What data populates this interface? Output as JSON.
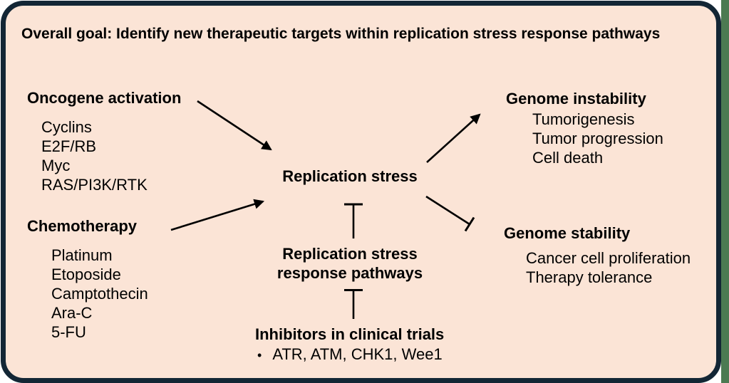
{
  "panel": {
    "title": "Overall goal: Identify new therapeutic targets within replication stress response pathways",
    "background_color": "#FBE4D6",
    "border_color": "#132635",
    "page_strip_color": "#4C7A52",
    "text_color": "#000000",
    "arrow_color": "#000000"
  },
  "nodes": {
    "oncogene_activation": {
      "label": "Oncogene activation",
      "items": [
        "Cyclins",
        "E2F/RB",
        "Myc",
        "RAS/PI3K/RTK"
      ]
    },
    "chemotherapy": {
      "label": "Chemotherapy",
      "items": [
        "Platinum",
        "Etoposide",
        "Camptothecin",
        "Ara-C",
        "5-FU"
      ]
    },
    "replication_stress": {
      "label": "Replication stress"
    },
    "response_pathways": {
      "label_line1": "Replication stress",
      "label_line2": "response pathways"
    },
    "inhibitors": {
      "label": "Inhibitors in clinical trials",
      "bullet": "•",
      "items": [
        "ATR, ATM, CHK1, Wee1"
      ]
    },
    "genome_instability": {
      "label": "Genome instability",
      "items": [
        "Tumorigenesis",
        "Tumor progression",
        "Cell death"
      ]
    },
    "genome_stability": {
      "label": "Genome stability",
      "items": [
        "Cancer cell proliferation",
        "Therapy tolerance"
      ]
    }
  },
  "edges": [
    {
      "from": "Oncogene activation",
      "to": "Replication stress",
      "type": "activates"
    },
    {
      "from": "Chemotherapy",
      "to": "Replication stress",
      "type": "activates"
    },
    {
      "from": "Replication stress",
      "to": "Genome instability",
      "type": "activates"
    },
    {
      "from": "Replication stress",
      "to": "Genome stability",
      "type": "inhibits"
    },
    {
      "from": "Replication stress response pathways",
      "to": "Replication stress",
      "type": "inhibits"
    },
    {
      "from": "Inhibitors in clinical trials",
      "to": "Replication stress response pathways",
      "type": "inhibits"
    }
  ]
}
